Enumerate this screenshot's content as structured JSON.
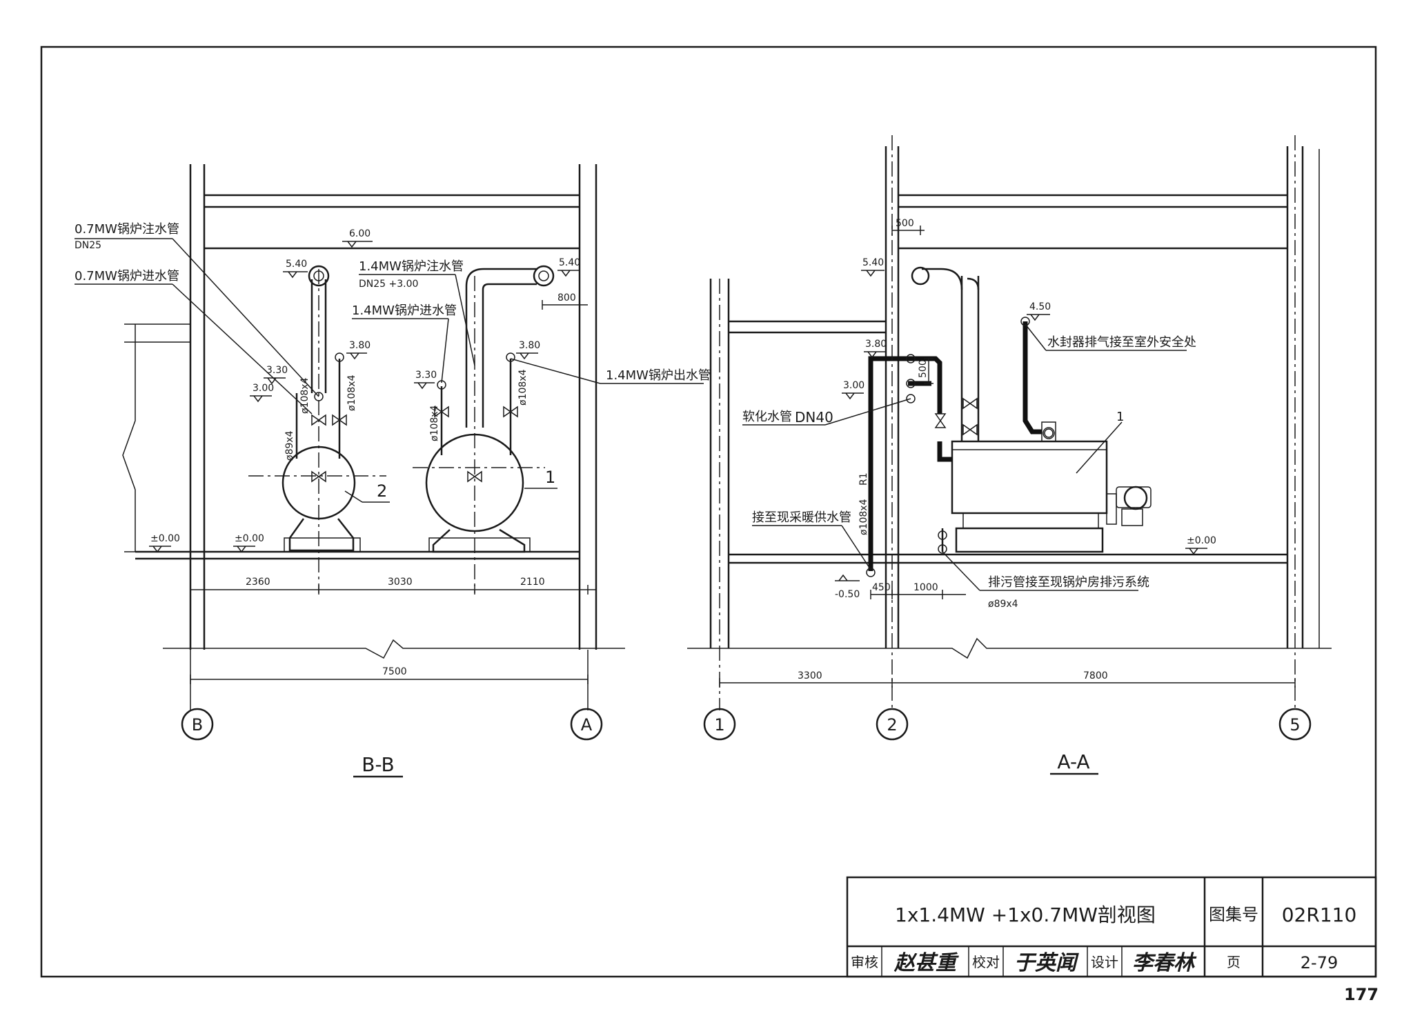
{
  "drawing": {
    "page_number": "177",
    "title_block": {
      "title": "1x1.4MW  +1x0.7MW剖视图",
      "atlas_label": "图集号",
      "atlas_no": "02R110",
      "page_label": "页",
      "page_no": "2-79",
      "review_label": "审核",
      "review_sig": "赵甚重",
      "check_label": "校对",
      "check_sig": "于英闻",
      "design_label": "设计",
      "design_sig": "李春林"
    }
  },
  "section_bb": {
    "title": "B-B",
    "axis_left": "B",
    "axis_right": "A",
    "labels": {
      "l07_fill": "0.7MW锅炉注水管",
      "l07_fill_dn": "DN25",
      "l07_inlet": "0.7MW锅炉进水管",
      "l14_fill": "1.4MW锅炉注水管",
      "l14_fill_dn": "DN25 +3.00",
      "l14_inlet": "1.4MW锅炉进水管",
      "l14_outlet": "1.4MW锅炉出水管"
    },
    "elevations": {
      "e600": "6.00",
      "e540a": "5.40",
      "e540b": "5.40",
      "e380a": "3.80",
      "e380b": "3.80",
      "e330a": "3.30",
      "e330b": "3.30",
      "e300": "3.00",
      "e000a": "±0.00",
      "e000b": "±0.00"
    },
    "pipe_sizes": {
      "p1": "ø108x4",
      "p2": "ø108x4",
      "p3": "ø89x4",
      "p4": "ø108x4",
      "p5": "ø108x4"
    },
    "callouts": {
      "c1": "1",
      "c2": "2"
    },
    "dims": {
      "d800": "800",
      "d2360": "2360",
      "d3030": "3030",
      "d2110": "2110",
      "d7500": "7500"
    }
  },
  "section_aa": {
    "title": "A-A",
    "axes": [
      "1",
      "2",
      "5"
    ],
    "labels": {
      "soft_water": "软化水管",
      "soft_water_dn": "DN40",
      "heating_supply": "接至现采暖供水管",
      "seal_vent": "水封器排气接至室外安全处",
      "drain": "排污管接至现锅炉房排污系统",
      "drain_size": "ø89x4",
      "pipe_size": "ø108x4",
      "r1": "R1"
    },
    "elevations": {
      "e540": "5.40",
      "e450": "4.50",
      "e380": "3.80",
      "e300": "3.00",
      "e000": "±0.00",
      "em050": "-0.50"
    },
    "callouts": {
      "c1": "1"
    },
    "dims": {
      "d500a": "500",
      "d500b": "500",
      "d450": "450",
      "d1000": "1000",
      "d3300": "3300",
      "d7800": "7800"
    }
  }
}
